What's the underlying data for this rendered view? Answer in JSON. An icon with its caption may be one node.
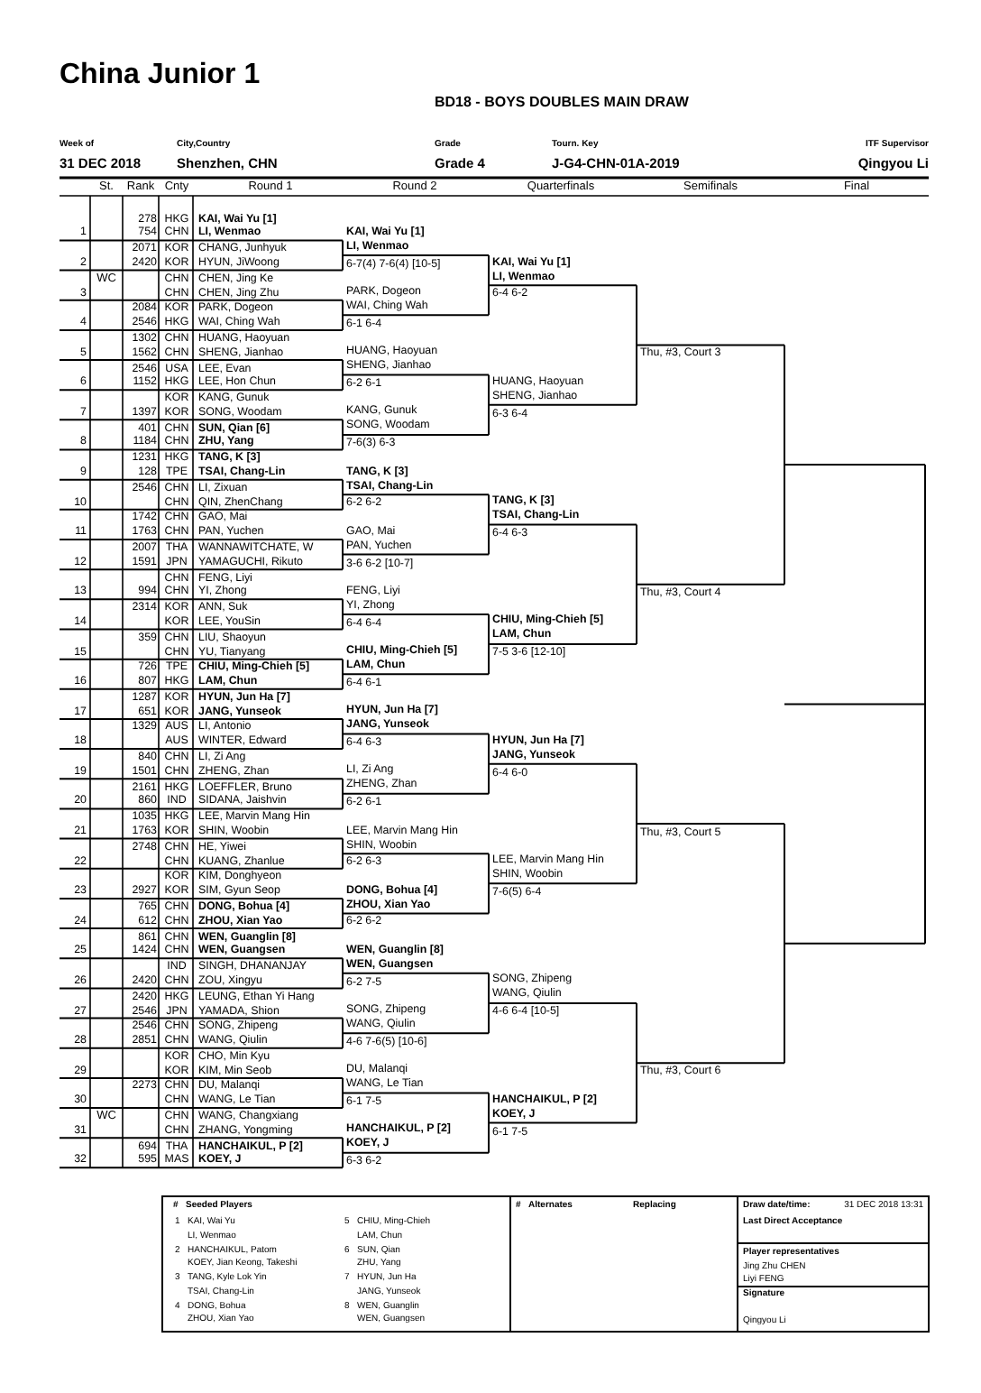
{
  "diagram": {
    "title": "China Junior 1",
    "labels": [
      "BD18 - BOYS DOUBLES MAIN DRAW",
      "Week of",
      "City,Country",
      "Grade",
      "Tourn. Key",
      "ITF Supervisor",
      "31 DEC 2018",
      "Shenzhen, CHN",
      "Grade 4",
      "J-G4-CHN-01A-2019",
      "Qingyou Li",
      "St.",
      "Rank",
      "Cnty",
      "Round 1",
      "Round 2",
      "Quarterfinals",
      "Semifinals",
      "Final",
      "278",
      "HKG",
      "KAI, Wai Yu [1]",
      "1",
      "754",
      "CHN",
      "LI, Wenmao",
      "2071",
      "KOR",
      "CHANG, Junhyuk",
      "2",
      "2420",
      "KOR",
      "HYUN, JiWoong",
      "WC",
      "CHN",
      "CHEN, Jing Ke",
      "3",
      "CHN",
      "CHEN, Jing Zhu",
      "2084",
      "KOR",
      "PARK, Dogeon",
      "4",
      "2546",
      "HKG",
      "WAI, Ching Wah",
      "1302",
      "CHN",
      "HUANG, Haoyuan",
      "5",
      "1562",
      "CHN",
      "SHENG, Jianhao",
      "2546",
      "USA",
      "LEE, Evan",
      "6",
      "1152",
      "HKG",
      "LEE, Hon Chun",
      "KOR",
      "KANG, Gunuk",
      "7",
      "1397",
      "KOR",
      "SONG, Woodam",
      "401",
      "CHN",
      "SUN, Qian [6]",
      "8",
      "1184",
      "CHN",
      "ZHU, Yang",
      "1231",
      "HKG",
      "TANG, K [3]",
      "9",
      "128",
      "TPE",
      "TSAI, Chang-Lin",
      "2546",
      "CHN",
      "LI, Zixuan",
      "10",
      "CHN",
      "QIN, ZhenChang",
      "1742",
      "CHN",
      "GAO, Mai",
      "11",
      "1763",
      "CHN",
      "PAN, Yuchen",
      "2007",
      "THA",
      "WANNAWITCHATE, W",
      "12",
      "1591",
      "JPN",
      "YAMAGUCHI, Rikuto",
      "CHN",
      "FENG, Liyi",
      "13",
      "994",
      "CHN",
      "YI, Zhong",
      "2314",
      "KOR",
      "ANN, Suk",
      "14",
      "KOR",
      "LEE, YouSin",
      "359",
      "CHN",
      "LIU, Shaoyun",
      "15",
      "CHN",
      "YU, Tianyang",
      "726",
      "TPE",
      "CHIU, Ming-Chieh [5]",
      "16",
      "807",
      "HKG",
      "LAM, Chun",
      "1287",
      "KOR",
      "HYUN, Jun Ha [7]",
      "17",
      "651",
      "KOR",
      "JANG, Yunseok",
      "1329",
      "AUS",
      "LI, Antonio",
      "18",
      "AUS",
      "WINTER, Edward",
      "840",
      "CHN",
      "LI, Zi Ang",
      "19",
      "1501",
      "CHN",
      "ZHENG, Zhan",
      "2161",
      "HKG",
      "LOEFFLER, Bruno",
      "20",
      "860",
      "IND",
      "SIDANA, Jaishvin",
      "1035",
      "HKG",
      "LEE, Marvin Mang Hin",
      "21",
      "1763",
      "KOR",
      "SHIN, Woobin",
      "2748",
      "CHN",
      "HE, Yiwei",
      "22",
      "CHN",
      "KUANG, Zhanlue",
      "KOR",
      "KIM, Donghyeon",
      "23",
      "2927",
      "KOR",
      "SIM, Gyun Seop",
      "765",
      "CHN",
      "DONG, Bohua [4]",
      "24",
      "612",
      "CHN",
      "ZHOU, Xian Yao",
      "861",
      "CHN",
      "WEN, Guanglin [8]",
      "25",
      "1424",
      "CHN",
      "WEN, Guangsen",
      "IND",
      "SINGH, DHANANJAY",
      "26",
      "2420",
      "CHN",
      "ZOU, Xingyu",
      "2420",
      "HKG",
      "LEUNG, Ethan Yi Hang",
      "27",
      "2546",
      "JPN",
      "YAMADA, Shion",
      "2546",
      "CHN",
      "SONG, Zhipeng",
      "28",
      "2851",
      "CHN",
      "WANG, Qiulin",
      "KOR",
      "CHO, Min Kyu",
      "29",
      "KOR",
      "KIM, Min Seob",
      "2273",
      "CHN",
      "DU, Malanqi",
      "30",
      "CHN",
      "WANG, Le Tian",
      "WC",
      "CHN",
      "WANG, Changxiang",
      "31",
      "CHN",
      "ZHANG, Yongming",
      "694",
      "THA",
      "HANCHAIKUL, P [2]",
      "32",
      "595",
      "MAS",
      "KOEY, J",
      "KAI, Wai Yu [1]",
      "LI, Wenmao",
      "6-7(4) 7-6(4) [10-5]",
      "PARK, Dogeon",
      "WAI, Ching Wah",
      "6-1 6-4",
      "HUANG, Haoyuan",
      "SHENG, Jianhao",
      "6-2 6-1",
      "KANG, Gunuk",
      "SONG, Woodam",
      "7-6(3) 6-3",
      "TANG, K [3]",
      "TSAI, Chang-Lin",
      "6-2 6-2",
      "GAO, Mai",
      "PAN, Yuchen",
      "3-6 6-2 [10-7]",
      "FENG, Liyi",
      "YI, Zhong",
      "6-4 6-4",
      "CHIU, Ming-Chieh [5]",
      "LAM, Chun",
      "6-4 6-1",
      "HYUN, Jun Ha [7]",
      "JANG, Yunseok",
      "6-4 6-3",
      "LI, Zi Ang",
      "ZHENG, Zhan",
      "6-2 6-1",
      "LEE, Marvin Mang Hin",
      "SHIN, Woobin",
      "6-2 6-3",
      "DONG, Bohua [4]",
      "ZHOU, Xian Yao",
      "6-2 6-2",
      "WEN, Guanglin [8]",
      "WEN, Guangsen",
      "6-2 7-5",
      "SONG, Zhipeng",
      "WANG, Qiulin",
      "4-6 7-6(5) [10-6]",
      "DU, Malanqi",
      "WANG, Le Tian",
      "6-1 7-5",
      "HANCHAIKUL, P [2]",
      "KOEY, J",
      "6-3 6-2",
      "KAI, Wai Yu [1]",
      "LI, Wenmao",
      "6-4 6-2",
      "HUANG, Haoyuan",
      "SHENG, Jianhao",
      "6-3 6-4",
      "TANG, K [3]",
      "TSAI, Chang-Lin",
      "6-4 6-3",
      "CHIU, Ming-Chieh [5]",
      "LAM, Chun",
      "7-5 3-6 [12-10]",
      "HYUN, Jun Ha [7]",
      "JANG, Yunseok",
      "6-4 6-0",
      "LEE, Marvin Mang Hin",
      "SHIN, Woobin",
      "7-6(5) 6-4",
      "SONG, Zhipeng",
      "WANG, Qiulin",
      "4-6 6-4 [10-5]",
      "HANCHAIKUL, P [2]",
      "KOEY, J",
      "6-1 7-5",
      "Thu, #3, Court 3",
      "Thu, #3, Court 4",
      "Thu, #3, Court 5",
      "Thu, #3, Court 6",
      "#",
      "Seeded Players",
      "1",
      "KAI, Wai Yu",
      "5",
      "CHIU, Ming-Chieh",
      "LI, Wenmao",
      "LAM, Chun",
      "2",
      "HANCHAIKUL, Patom",
      "6",
      "SUN, Qian",
      "KOEY, Jian Keong, Takeshi",
      "ZHU, Yang",
      "3",
      "TANG, Kyle Lok Yin",
      "7",
      "HYUN, Jun Ha",
      "TSAI, Chang-Lin",
      "JANG, Yunseok",
      "4",
      "DONG, Bohua",
      "8",
      "WEN, Guanglin",
      "ZHOU, Xian Yao",
      "WEN, Guangsen",
      "#",
      "Alternates",
      "Replacing",
      "Draw date/time:",
      "31 DEC 2018 13:31",
      "Last Direct Acceptance",
      "Player representatives",
      "Jing Zhu CHEN",
      "Liyi FENG",
      "Signature",
      "Qingyou Li"
    ]
  }
}
